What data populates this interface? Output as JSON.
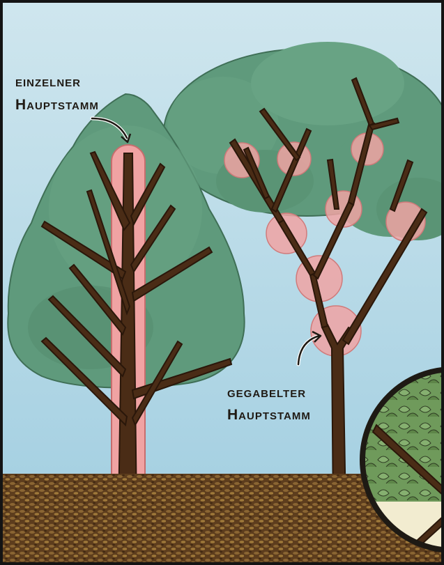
{
  "labels": {
    "single_leader": {
      "line1": "einzelner",
      "line2": "Hauptstamm"
    },
    "forked_leader": {
      "line1": "gegabelter",
      "line2": "Hauptstamm"
    }
  },
  "colors": {
    "sky_top": "#cfe6ee",
    "sky_bottom": "#9fcde0",
    "foliage": "#5f9a7c",
    "foliage_dark": "#4f8468",
    "bark": "#4a2c16",
    "highlight": "#f0a3a3",
    "ground": "#5d3d1d"
  },
  "icons": [
    "arrow-icon",
    "magnifier-inset-icon"
  ]
}
